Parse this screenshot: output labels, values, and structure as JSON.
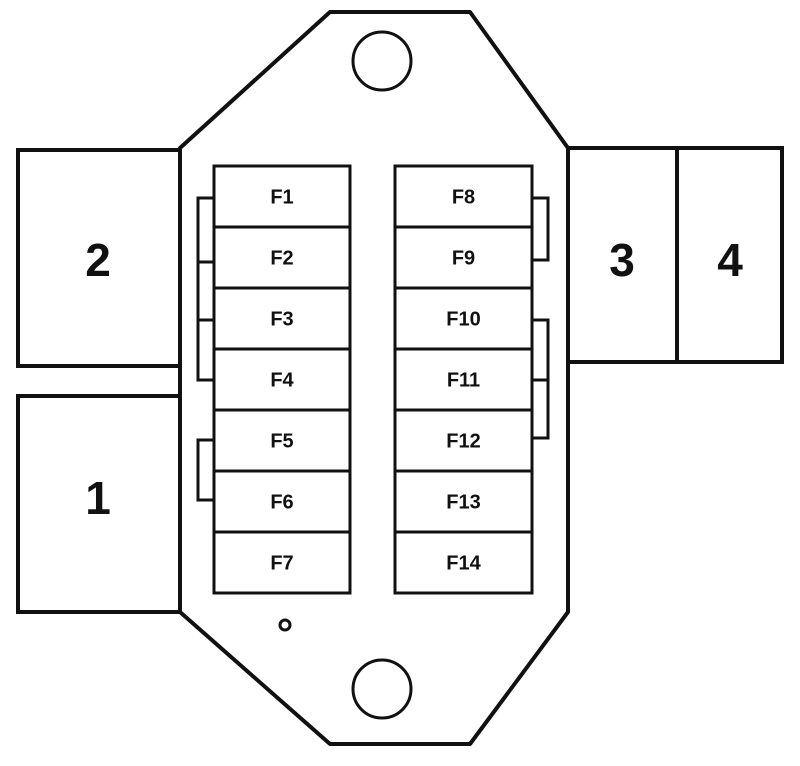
{
  "fuses": {
    "left": [
      {
        "id": "f1",
        "label": "F1"
      },
      {
        "id": "f2",
        "label": "F2"
      },
      {
        "id": "f3",
        "label": "F3"
      },
      {
        "id": "f4",
        "label": "F4"
      },
      {
        "id": "f5",
        "label": "F5"
      },
      {
        "id": "f6",
        "label": "F6"
      },
      {
        "id": "f7",
        "label": "F7"
      }
    ],
    "right": [
      {
        "id": "f8",
        "label": "F8"
      },
      {
        "id": "f9",
        "label": "F9"
      },
      {
        "id": "f10",
        "label": "F10"
      },
      {
        "id": "f11",
        "label": "F11"
      },
      {
        "id": "f12",
        "label": "F12"
      },
      {
        "id": "f13",
        "label": "F13"
      },
      {
        "id": "f14",
        "label": "F14"
      }
    ]
  },
  "connectors": {
    "c1": {
      "label": "1"
    },
    "c2": {
      "label": "2"
    },
    "c3": {
      "label": "3"
    },
    "c4": {
      "label": "4"
    }
  },
  "colors": {
    "stroke": "#111111",
    "fill": "#ffffff"
  }
}
